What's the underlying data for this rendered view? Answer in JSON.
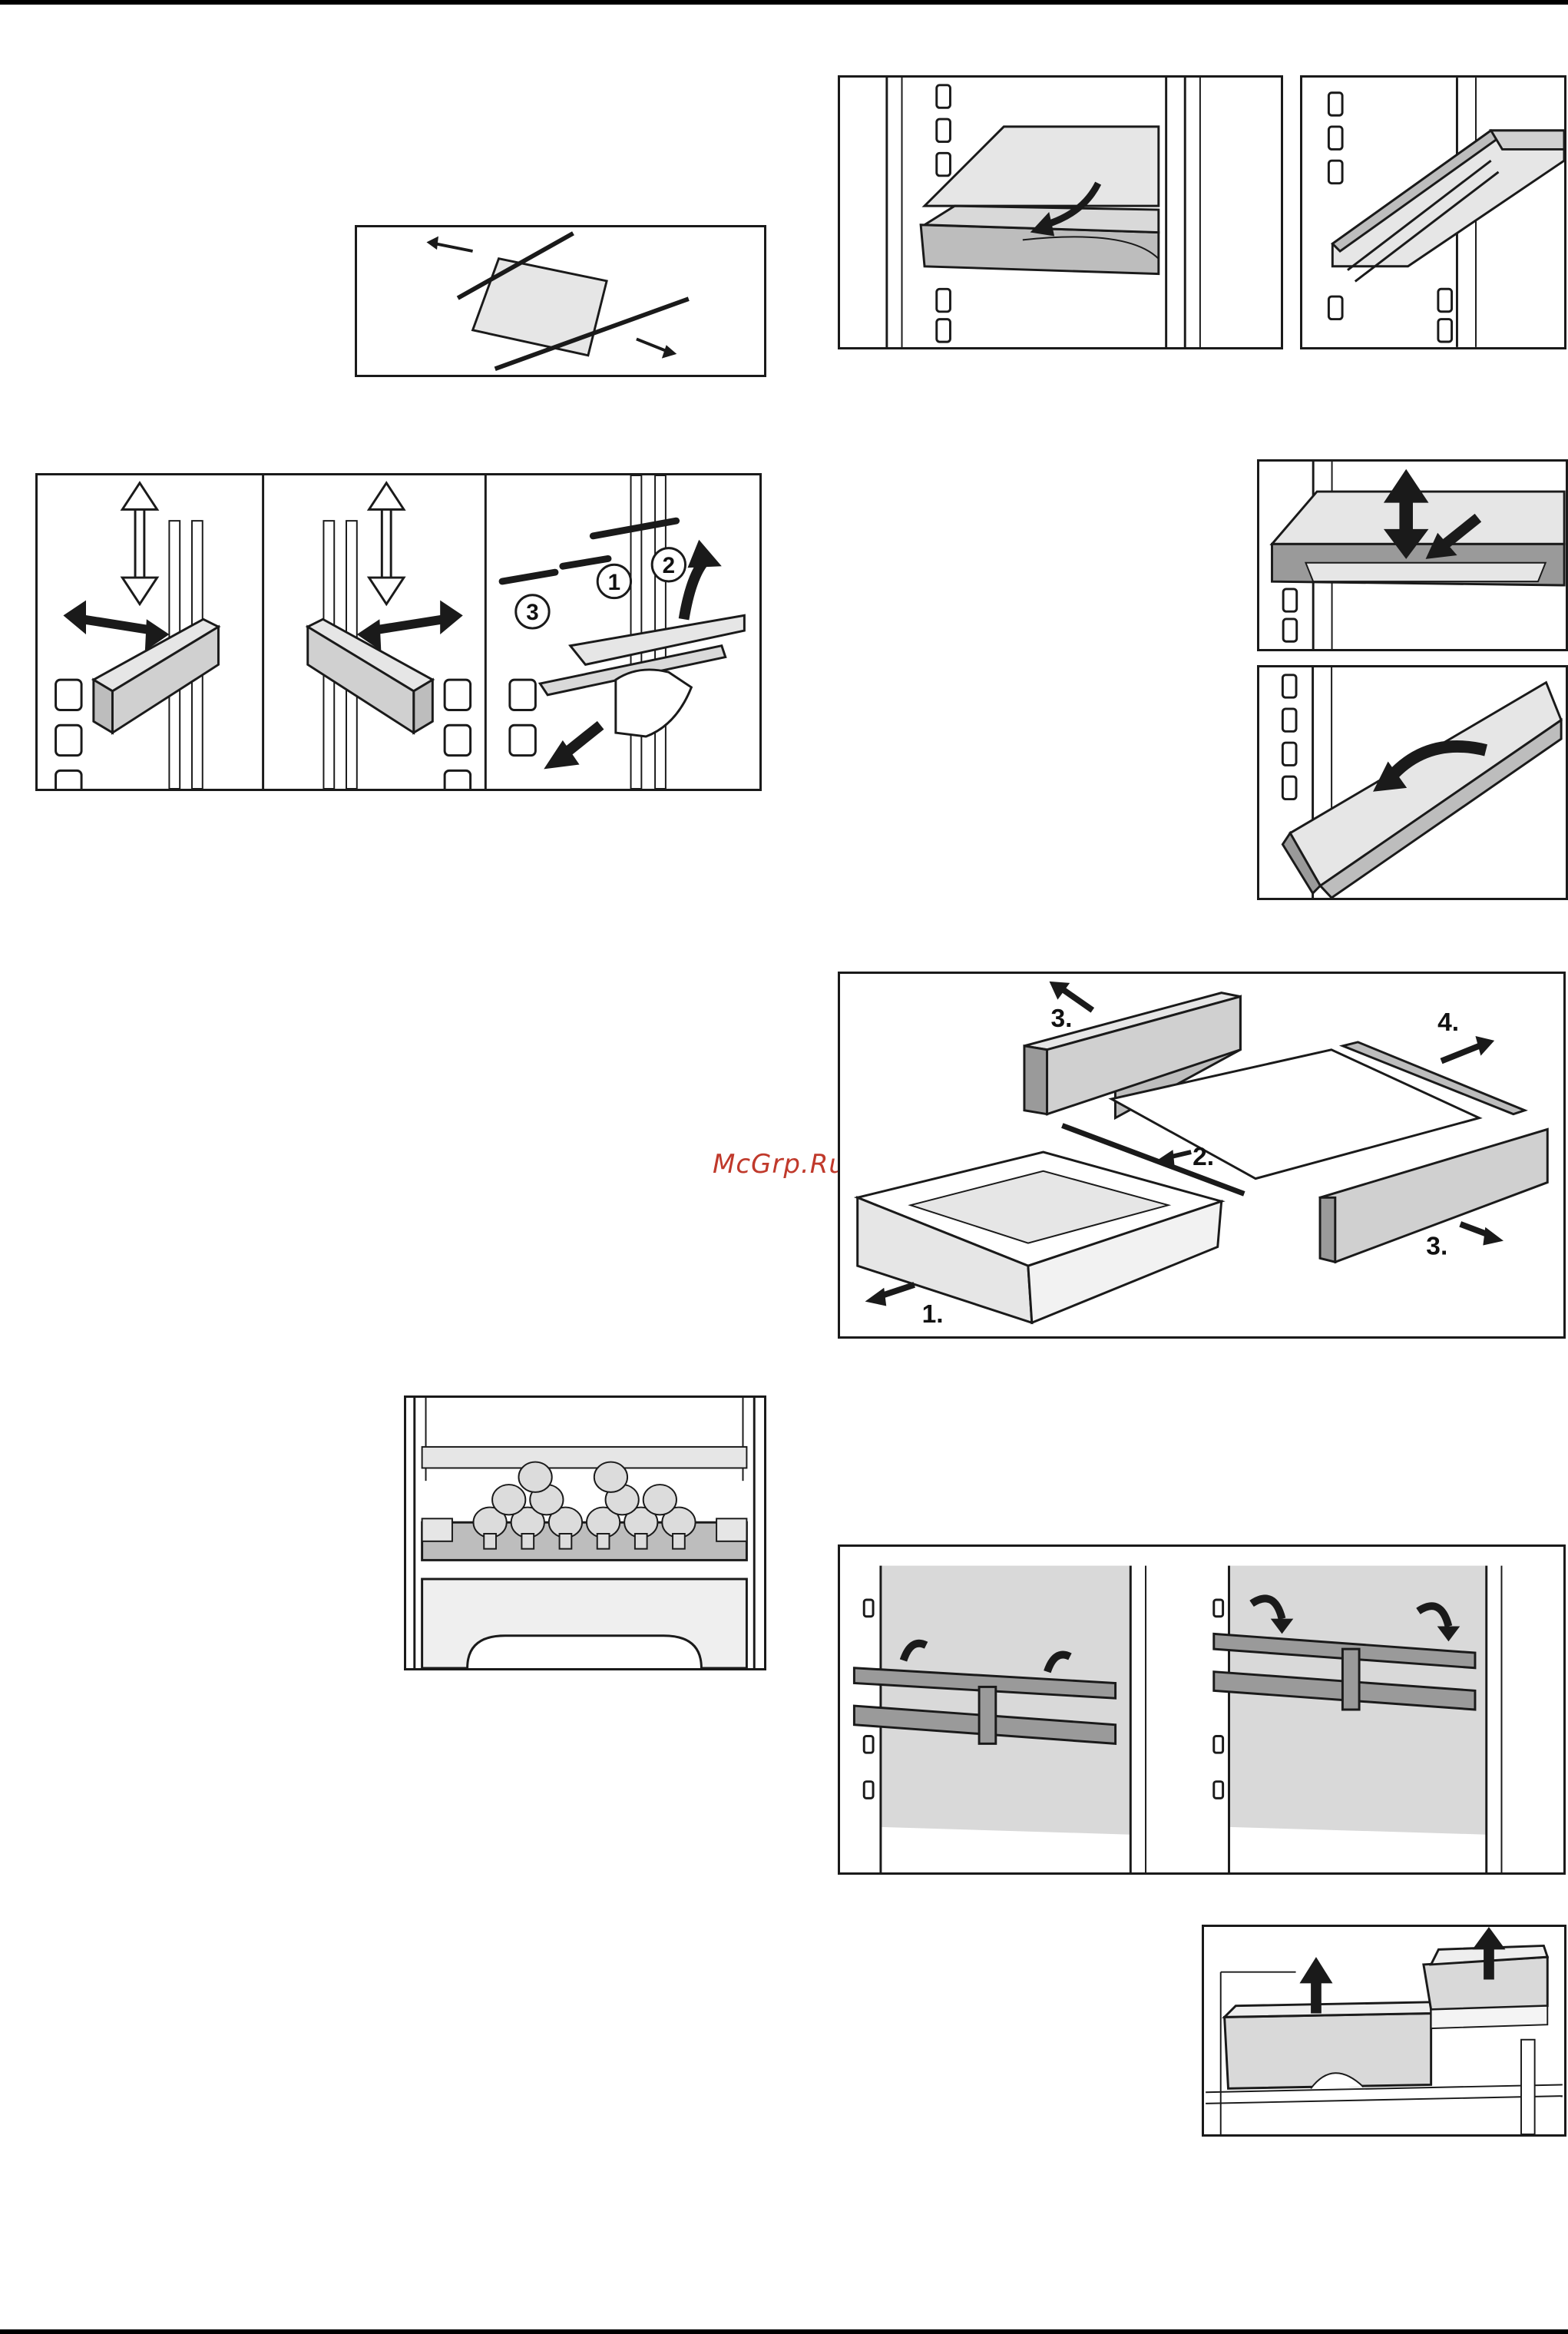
{
  "watermark": "McGrp.Ru",
  "figures": {
    "shelf_insert": {},
    "shelf_remove": {
      "callouts": [
        "1",
        "2",
        "3"
      ]
    },
    "drawer_pull": {},
    "rail_detail": {},
    "shelf_lift": {},
    "shelf_tilt": {},
    "exploded": {
      "steps": [
        "3.",
        "4.",
        "2.",
        "3.",
        "1."
      ]
    },
    "bottle_rack": {},
    "door_rack": {},
    "door_bins": {}
  },
  "colors": {
    "line": "#1a1a1a",
    "shade": "#bdbdbd",
    "light": "#e6e6e6",
    "panel": "#d9d9d9",
    "watermark": "#c0392b"
  }
}
